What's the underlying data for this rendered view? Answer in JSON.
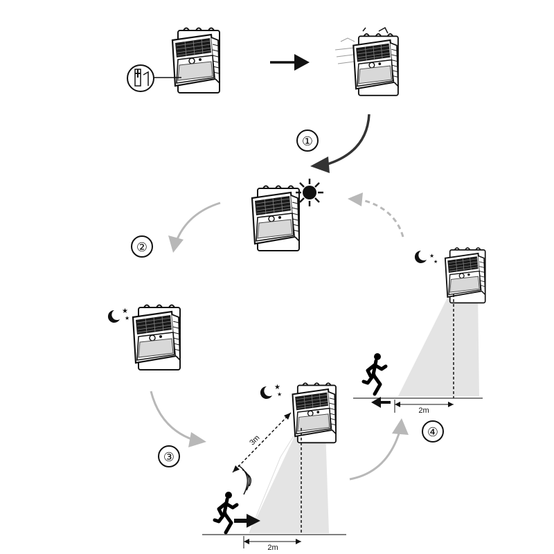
{
  "steps": [
    {
      "number": "①"
    },
    {
      "number": "②"
    },
    {
      "number": "③"
    },
    {
      "number": "④"
    }
  ],
  "distances": {
    "sensor_range": "3m",
    "ground_left": "2m",
    "ground_right": "2m"
  },
  "icons": [
    "solar-light-icon",
    "switch-icon",
    "sun-icon",
    "moon-stars-icon",
    "running-person-icon",
    "motion-wave-icon"
  ],
  "colors": {
    "ink": "#111111",
    "arrow_grey": "#b8b8b8",
    "light_beam": "#e4e4e4"
  }
}
